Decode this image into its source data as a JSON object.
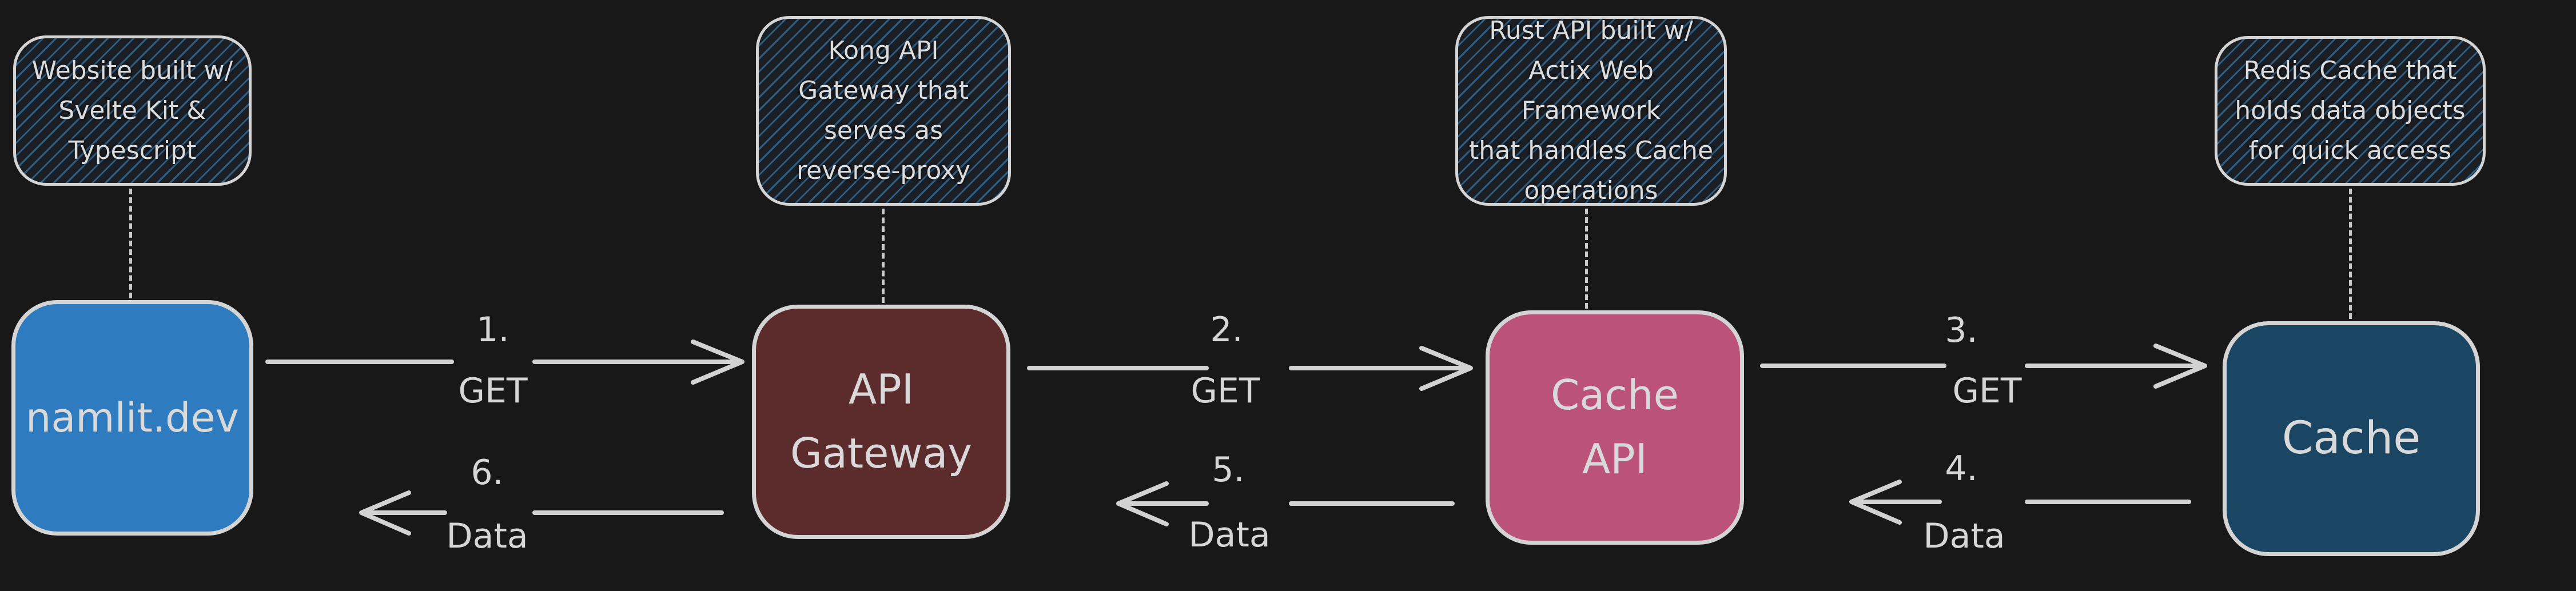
{
  "diagram": {
    "background": "#181818",
    "stroke_color": "#d2d2d2",
    "text_color": "#dcdcdc",
    "note_fill": "#1b1e23",
    "note_hatch_color": "#2d5e86"
  },
  "annotations": [
    {
      "for": "namlit-dev",
      "text": "Website built w/\nSvelte Kit &\nTypescript"
    },
    {
      "for": "api-gateway",
      "text": "Kong API\nGateway that\nserves as\nreverse-proxy"
    },
    {
      "for": "cache-api",
      "text": "Rust API built w/\nActix Web Framework\nthat handles Cache\noperations"
    },
    {
      "for": "cache",
      "text": "Redis Cache that\nholds data objects\nfor quick access"
    }
  ],
  "nodes": [
    {
      "name": "namlit-dev",
      "label": "namlit.dev",
      "fill": "#2e7bbf"
    },
    {
      "name": "api-gateway",
      "label": "API\nGateway",
      "fill": "#5c2b2b"
    },
    {
      "name": "cache-api",
      "label": "Cache\nAPI",
      "fill": "#bb5277"
    },
    {
      "name": "cache",
      "label": "Cache",
      "fill": "#1a4663"
    }
  ],
  "flows": [
    {
      "step": "1.",
      "label": "GET",
      "from": "namlit-dev",
      "to": "api-gateway",
      "direction": "right"
    },
    {
      "step": "2.",
      "label": "GET",
      "from": "api-gateway",
      "to": "cache-api",
      "direction": "right"
    },
    {
      "step": "3.",
      "label": "GET",
      "from": "cache-api",
      "to": "cache",
      "direction": "right"
    },
    {
      "step": "4.",
      "label": "Data",
      "from": "cache",
      "to": "cache-api",
      "direction": "left"
    },
    {
      "step": "5.",
      "label": "Data",
      "from": "cache-api",
      "to": "api-gateway",
      "direction": "left"
    },
    {
      "step": "6.",
      "label": "Data",
      "from": "api-gateway",
      "to": "namlit-dev",
      "direction": "left"
    }
  ]
}
